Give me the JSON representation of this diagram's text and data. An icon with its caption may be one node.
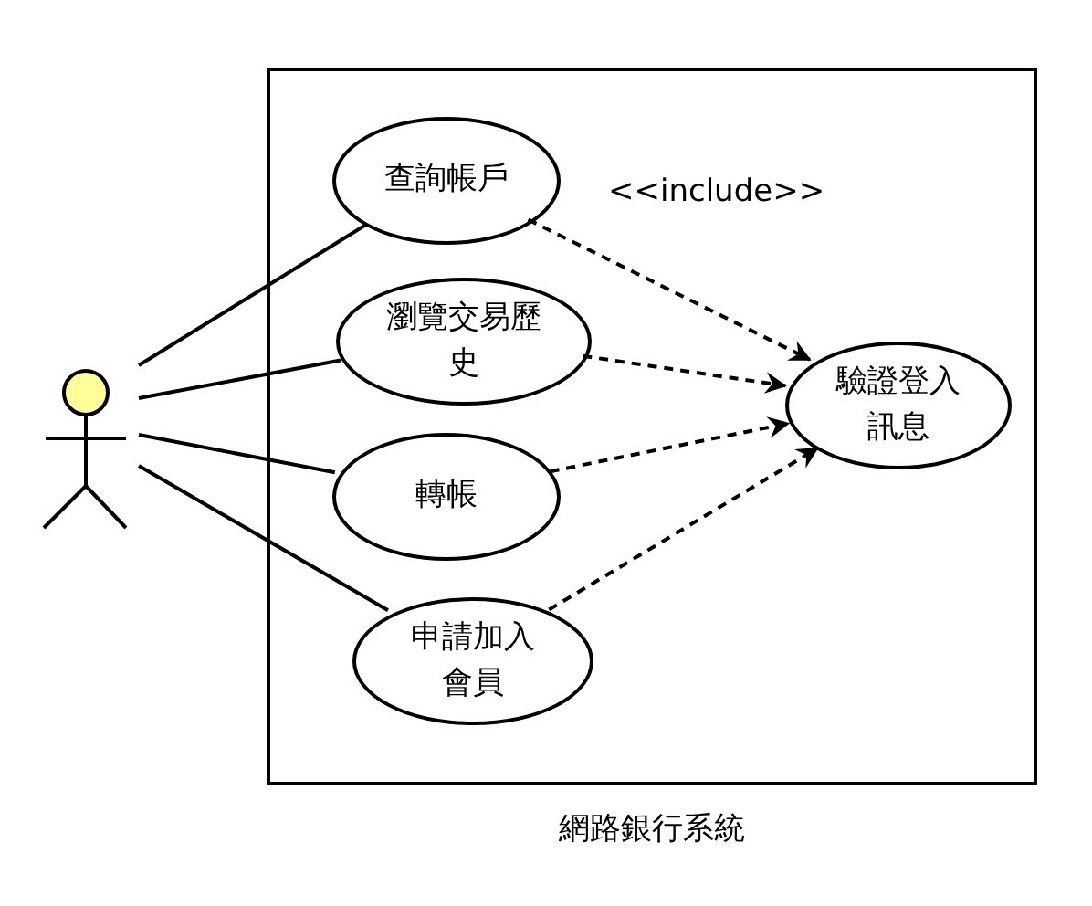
{
  "diagram": {
    "nodes": [
      {
        "text": [
          "網路銀行系統"
        ]
      },
      {
        "text": [],
        "shape": "person"
      },
      {
        "text": [
          "查詢帳戶"
        ],
        "in": 0
      },
      {
        "text": [
          "瀏覽交易歷史"
        ],
        "in": 0
      },
      {
        "text": [
          "轉帳"
        ],
        "in": 0
      },
      {
        "text": [
          "申請加入會員"
        ],
        "in": 0
      },
      {
        "text": [
          "驗證登入訊息"
        ],
        "in": 0
      }
    ],
    "edges": [
      {
        "from": 1,
        "to": 2,
        "arrow": "none"
      },
      {
        "from": 1,
        "to": 3,
        "arrow": "none"
      },
      {
        "from": 1,
        "to": 4,
        "arrow": "none"
      },
      {
        "from": 1,
        "to": 5,
        "arrow": "none"
      },
      {
        "from": 2,
        "to": 6,
        "arrow": "to",
        "style": "dashed"
      },
      {
        "from": 3,
        "to": 6,
        "arrow": "to",
        "style": "dashed"
      },
      {
        "from": 4,
        "to": 6,
        "arrow": "to",
        "style": "dashed"
      },
      {
        "from": 5,
        "to": 6,
        "arrow": "to",
        "style": "dashed"
      }
    ],
    "labels": [
      "<<include>>"
    ]
  }
}
